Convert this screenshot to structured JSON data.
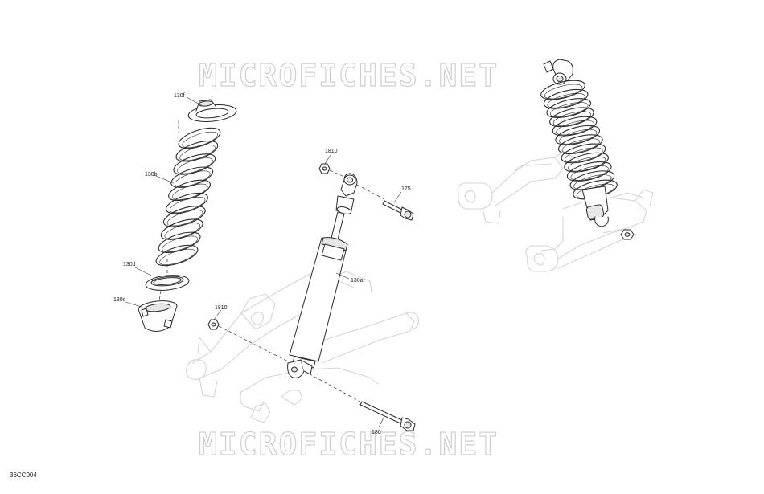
{
  "watermark": {
    "text": "MICROFICHES.NET"
  },
  "diagram": {
    "ref_code": "36CC004",
    "callouts": {
      "spring_seat_top": "130f",
      "spring": "130b",
      "spring_ring": "130d",
      "spring_retainer": "130c",
      "nut_upper": "1810",
      "bolt_upper": "175",
      "shock_body": "130a",
      "nut_lower": "1810",
      "bolt_lower": "180"
    }
  }
}
